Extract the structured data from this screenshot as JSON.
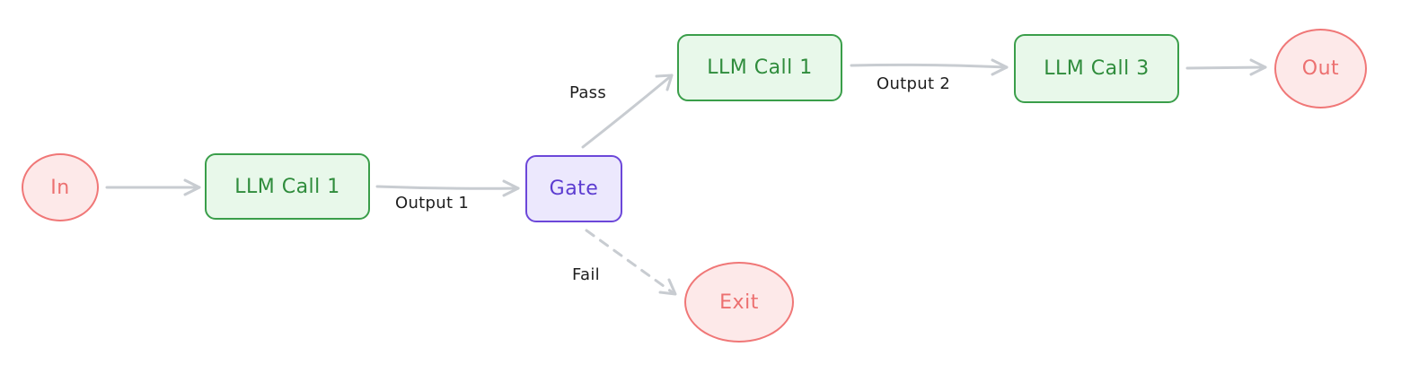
{
  "diagram": {
    "nodes": {
      "in": {
        "label": "In"
      },
      "llm_call_a": {
        "label": "LLM Call 1"
      },
      "gate": {
        "label": "Gate"
      },
      "llm_call_b": {
        "label": "LLM Call 1"
      },
      "llm_call_c": {
        "label": "LLM Call 3"
      },
      "out": {
        "label": "Out"
      },
      "exit": {
        "label": "Exit"
      }
    },
    "edges": {
      "output_1": {
        "label": "Output 1"
      },
      "pass": {
        "label": "Pass"
      },
      "fail": {
        "label": "Fail"
      },
      "output_2": {
        "label": "Output 2"
      }
    },
    "colors": {
      "terminal_stroke": "#f07777",
      "terminal_fill": "#fde9e9",
      "llm_stroke": "#3a9e4a",
      "llm_fill": "#e8f8ea",
      "gate_stroke": "#6c47d9",
      "gate_fill": "#ece8fd",
      "edge": "#c8ccd1"
    }
  }
}
